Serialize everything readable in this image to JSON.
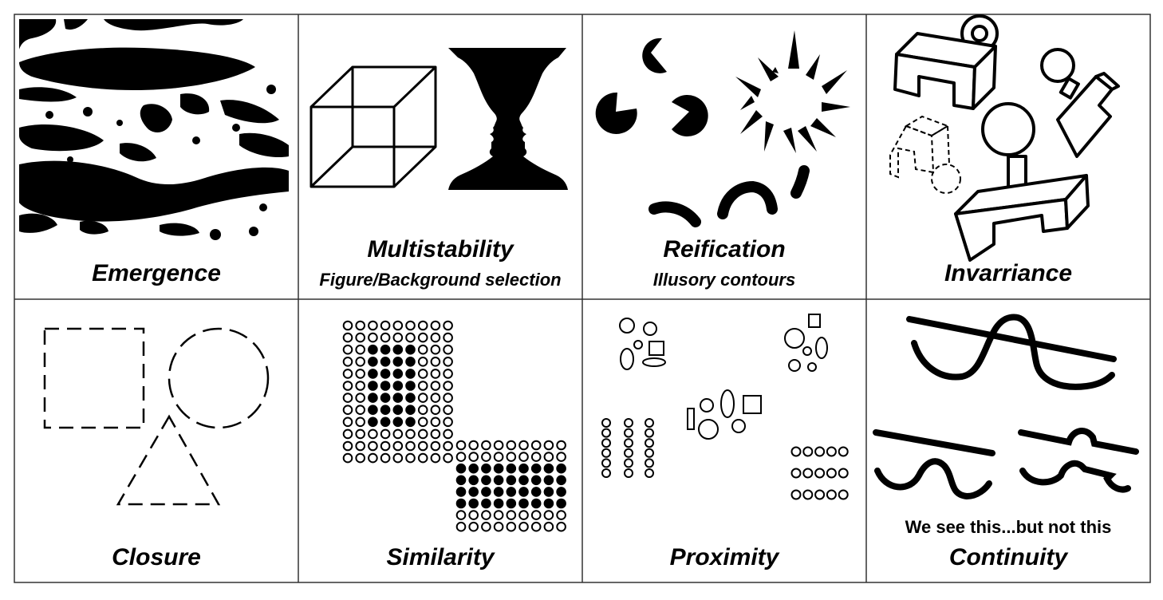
{
  "panels": [
    {
      "key": "emergence",
      "title": "Emergence",
      "subtitle": ""
    },
    {
      "key": "multistability",
      "title": "Multistability",
      "subtitle": "Figure/Background selection"
    },
    {
      "key": "reification",
      "title": "Reification",
      "subtitle": "Illusory contours"
    },
    {
      "key": "invariance",
      "title": "Invarriance",
      "subtitle": ""
    },
    {
      "key": "closure",
      "title": "Closure",
      "subtitle": ""
    },
    {
      "key": "similarity",
      "title": "Similarity",
      "subtitle": ""
    },
    {
      "key": "proximity",
      "title": "Proximity",
      "subtitle": ""
    },
    {
      "key": "continuity",
      "title": "Continuity",
      "subtitle": "",
      "note": "We see this...but not this"
    }
  ],
  "colors": {
    "ink": "#000000",
    "paper": "#ffffff",
    "border": "#333333"
  }
}
